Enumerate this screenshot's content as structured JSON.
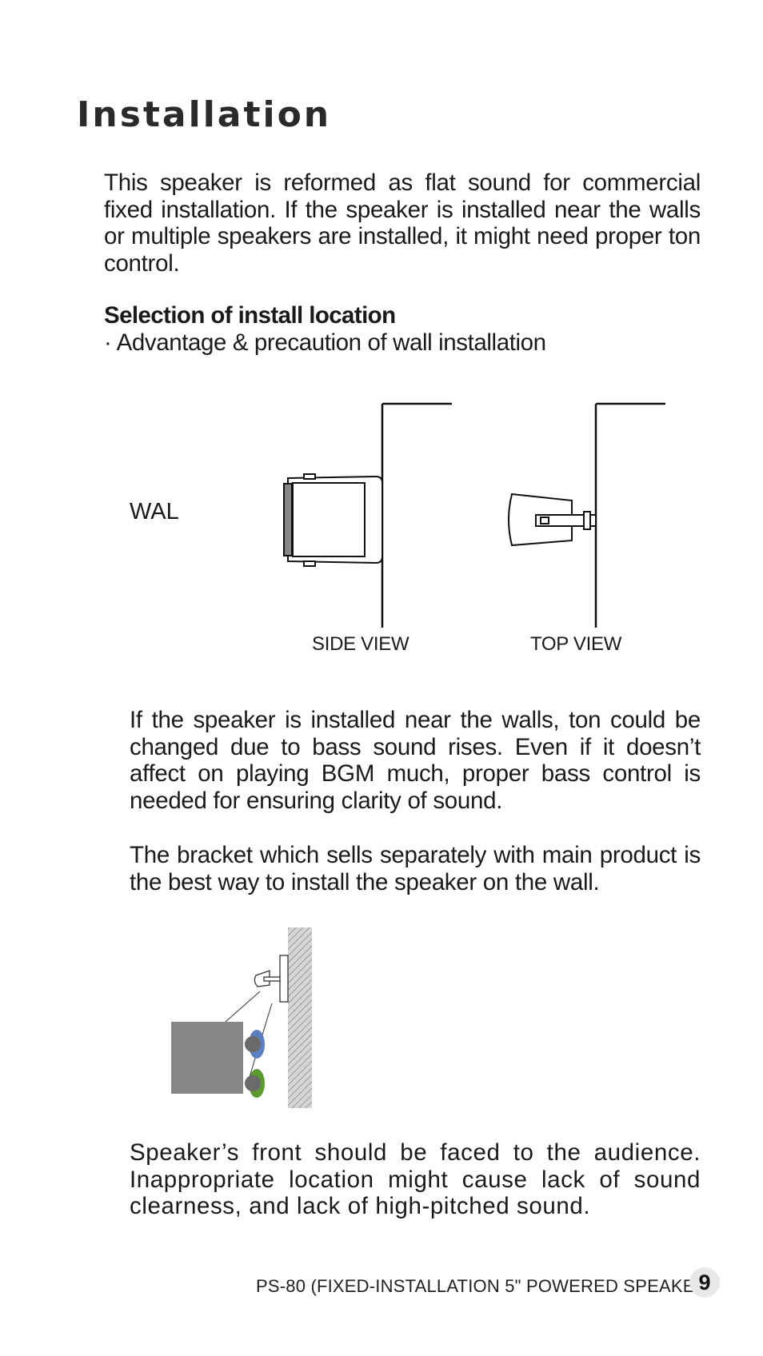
{
  "heading": "Installation",
  "intro": "This speaker is reformed as flat sound for commercial fixed installation. If the speaker is installed near the walls or multiple speakers are installed, it might need proper ton control.",
  "section": {
    "title": "Selection of install location",
    "bullet": "· Advantage & precaution of wall installation"
  },
  "figure1": {
    "label": "WAL",
    "side_caption": "SIDE VIEW",
    "top_caption": "TOP VIEW"
  },
  "para_bass": "If the speaker is installed near the walls, ton could be changed due to bass sound rises. Even if it doesn’t affect on playing BGM much, proper bass control is needed for ensuring clarity of sound.",
  "para_bracket": "The bracket which sells separately with main product is the best way to install the speaker on the wall.",
  "para_front": "Speaker’s front should be faced to the audience. Inappropriate location might cause lack of sound clearness, and lack of high-pitched sound.",
  "footer": {
    "product": "PS-80 (FIXED-INSTALLATION 5\" POWERED SPEAKER)",
    "page": "9"
  },
  "colors": {
    "audience_blue": "#5b7fc0",
    "audience_green": "#5a9a2e",
    "box_gray": "#858788"
  }
}
